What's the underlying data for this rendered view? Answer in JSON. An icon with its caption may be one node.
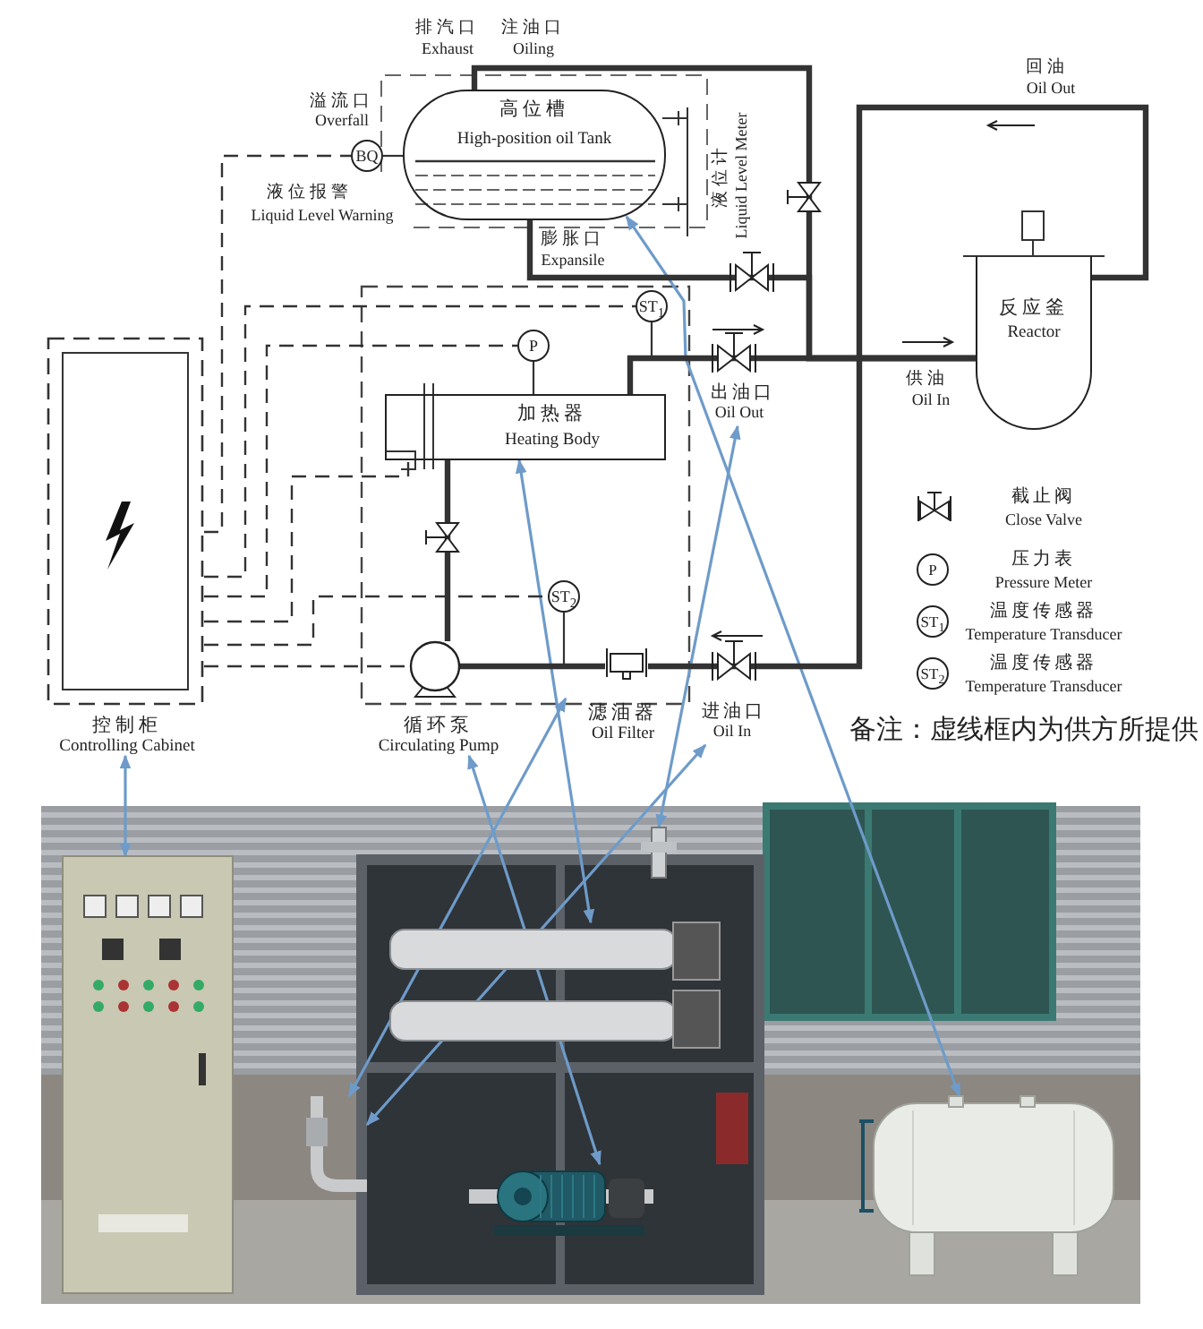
{
  "diagram": {
    "nodes": [
      {
        "text": [
          "高位槽",
          "High-position oil Tank"
        ]
      },
      {
        "text": [
          "BQ"
        ]
      },
      {
        "text": [
          "控制柜",
          "Controlling Cabinet"
        ]
      },
      {
        "text": [
          "加热器",
          "Heating Body"
        ]
      },
      {
        "text": [
          "P"
        ]
      },
      {
        "text": [
          "ST$_{1}$"
        ]
      },
      {
        "text": [
          "ST$_{2}$"
        ]
      },
      {
        "text": [
          "循环泵",
          "Circulating Pump"
        ]
      },
      {
        "text": [
          "滤油器",
          "Oil Filter"
        ]
      },
      {
        "text": [
          "反应釜",
          "Reactor"
        ]
      },
      {
        "text": [
          "出油口",
          "Oil Out"
        ]
      },
      {
        "text": [
          "进油口",
          "Oil In"
        ]
      },
      {
        "text": [],
        "shape": "picture"
      },
      {
        "text": [],
        "shape": "picture"
      },
      {
        "text": [],
        "shape": "picture"
      },
      {
        "text": [],
        "shape": "picture"
      },
      {
        "text": [],
        "shape": "picture"
      },
      {
        "text": [],
        "shape": "picture"
      }
    ],
    "edges": [
      {
        "from": 2,
        "to": 12,
        "arrow": "both",
        "color": "#6e9bc9"
      },
      {
        "from": 7,
        "to": 16,
        "arrow": "both",
        "color": "#6e9bc9"
      },
      {
        "from": 3,
        "to": 13,
        "arrow": "both",
        "color": "#6e9bc9"
      },
      {
        "from": 8,
        "to": 15,
        "arrow": "both",
        "color": "#6e9bc9"
      },
      {
        "from": 11,
        "to": 15,
        "arrow": "both",
        "color": "#6e9bc9"
      },
      {
        "from": 10,
        "to": 14,
        "arrow": "both",
        "color": "#6e9bc9"
      },
      {
        "from": 0,
        "to": 17,
        "arrow": "both",
        "color": "#6e9bc9"
      },
      {
        "from": 2,
        "to": 1,
        "arrow": "none",
        "style": "dashed"
      },
      {
        "from": 2,
        "to": 5,
        "arrow": "none",
        "style": "dashed"
      },
      {
        "from": 2,
        "to": 4,
        "arrow": "none",
        "style": "dashed"
      },
      {
        "from": 2,
        "to": 3,
        "arrow": "none",
        "style": "dashed"
      },
      {
        "from": 2,
        "to": 6,
        "arrow": "none",
        "style": "dashed"
      },
      {
        "from": 2,
        "to": 7,
        "arrow": "none",
        "style": "dashed"
      },
      {
        "from": 7,
        "to": 3,
        "arrow": "none",
        "style": "thick"
      },
      {
        "from": 3,
        "to": 9,
        "arrow": "none",
        "style": "thick"
      },
      {
        "from": 9,
        "to": 8,
        "arrow": "none",
        "style": "thick"
      },
      {
        "from": 8,
        "to": 7,
        "arrow": "none",
        "style": "thick"
      },
      {
        "from": 0,
        "to": 9,
        "arrow": "none",
        "style": "thick"
      },
      {
        "from": 0,
        "to": 9,
        "arrow": "none",
        "style": "thick"
      },
      {
        "from": 4,
        "to": 3,
        "arrow": "none"
      },
      {
        "from": 5,
        "to": 3,
        "arrow": "none"
      },
      {
        "from": 6,
        "to": 7,
        "arrow": "none"
      },
      {
        "from": 1,
        "to": 0,
        "arrow": "none"
      }
    ],
    "labels": [
      "排汽口",
      "Exhaust",
      "注油口",
      "Oiling",
      "溢流口",
      "Overfall",
      "液位报警",
      "Liquid Level Warning",
      "膨胀口",
      "Expansile",
      "液位计",
      "Liquid Level Meter",
      "回油",
      "Oil Out",
      "供油",
      "Oil In",
      "P",
      "ST$_{1}$",
      "ST$_{2}$",
      "备注：虚线框内为供方所提供"
    ],
    "legend": [
      {
        "text": "截止阀 Close Valve"
      },
      {
        "text": "压力表 Pressure Meter"
      },
      {
        "text": "温度传感器 Temperature Transducer"
      },
      {
        "text": "温度传感器 Temperature Transducer"
      }
    ]
  }
}
